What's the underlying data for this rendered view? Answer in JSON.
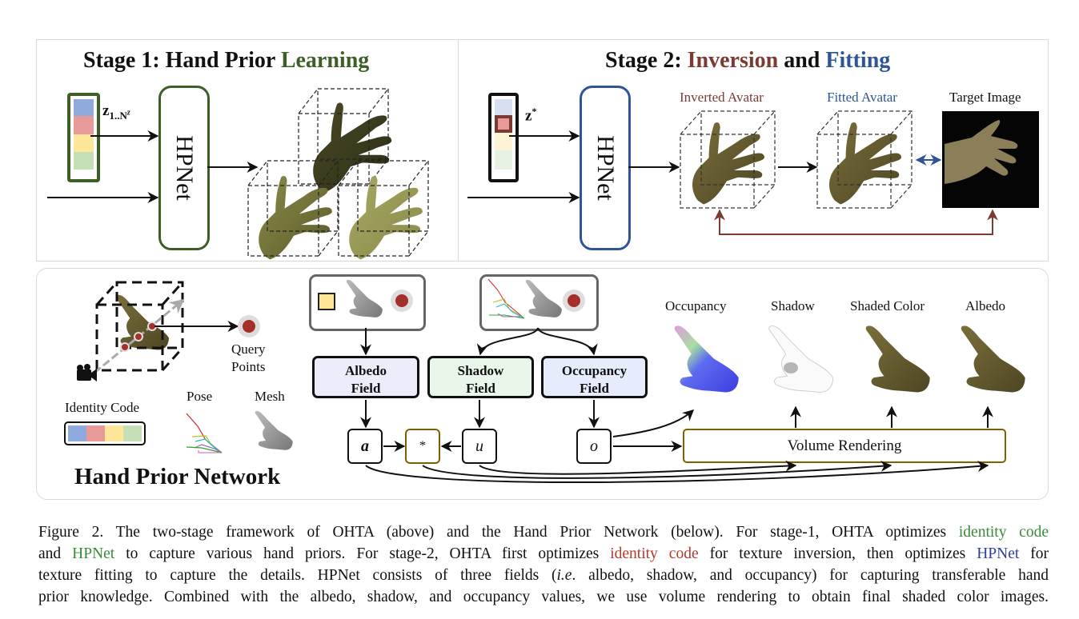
{
  "stage1": {
    "title_prefix": "Stage 1: Hand Prior ",
    "title_accent": "Learning",
    "code_label": "z",
    "code_subscript": "1..N",
    "code_superscript": "z",
    "network_label": "HPNet"
  },
  "stage2": {
    "title_prefix": "Stage 2: ",
    "title_inversion": "Inversion",
    "title_and": " and ",
    "title_fitting": "Fitting",
    "code_label": "z",
    "code_superscript": "*",
    "network_label": "HPNet",
    "inverted_label": "Inverted Avatar",
    "fitted_label": "Fitted Avatar",
    "target_label": "Target Image"
  },
  "hpn": {
    "title": "Hand Prior Network",
    "query_points_line1": "Query",
    "query_points_line2": "Points",
    "identity_code_label": "Identity Code",
    "pose_label": "Pose",
    "mesh_label": "Mesh",
    "fields": [
      {
        "line1": "Albedo",
        "line2": "Field"
      },
      {
        "line1": "Shadow",
        "line2": "Field"
      },
      {
        "line1": "Occupancy",
        "line2": "Field"
      }
    ],
    "vars": {
      "albedo": "a",
      "product": "*",
      "shadow": "u",
      "occupancy": "o"
    },
    "volume_rendering": "Volume Rendering",
    "outputs": [
      "Occupancy",
      "Shadow",
      "Shaded Color",
      "Albedo"
    ]
  },
  "colors": {
    "learning_green": "#3d5f27",
    "inversion_red": "#7b3b33",
    "fitting_blue": "#2f5597",
    "code_blue": "#8faadc",
    "code_red": "#e89a9a",
    "code_yellow": "#ffe699",
    "code_green": "#c5e0b4",
    "albedo_field_bg": "#ececfb",
    "shadow_field_bg": "#e9f7ea",
    "occupancy_field_bg": "#e6ecfb",
    "gold": "#7f6000",
    "query_red": "#a5302a",
    "caption_green": "#3a8a3a",
    "caption_red": "#b23a2e",
    "caption_blue": "#2f3f9f"
  },
  "caption": {
    "lines": [
      [
        {
          "t": "Figure 2.  The two-stage framework of OHTA (above) and the Hand Prior Network (below).  For stage-1, OHTA optimizes "
        },
        {
          "t": "identity code",
          "c": "green"
        }
      ],
      [
        {
          "t": "and "
        },
        {
          "t": "HPNet",
          "c": "green"
        },
        {
          "t": " to capture various hand priors. For stage-2, OHTA first optimizes "
        },
        {
          "t": "identity code",
          "c": "red"
        },
        {
          "t": " for texture inversion, then optimizes "
        },
        {
          "t": "HPNet",
          "c": "blue"
        },
        {
          "t": " for"
        }
      ],
      [
        {
          "t": "texture fitting to capture the details.  HPNet consists of three fields ("
        },
        {
          "t": "i.e",
          "i": true
        },
        {
          "t": ". albedo, shadow, and occupancy) for capturing transferable hand"
        }
      ],
      [
        {
          "t": "prior knowledge. Combined with the albedo, shadow, and occupancy values, we use volume rendering to obtain final shaded color images."
        }
      ]
    ]
  }
}
